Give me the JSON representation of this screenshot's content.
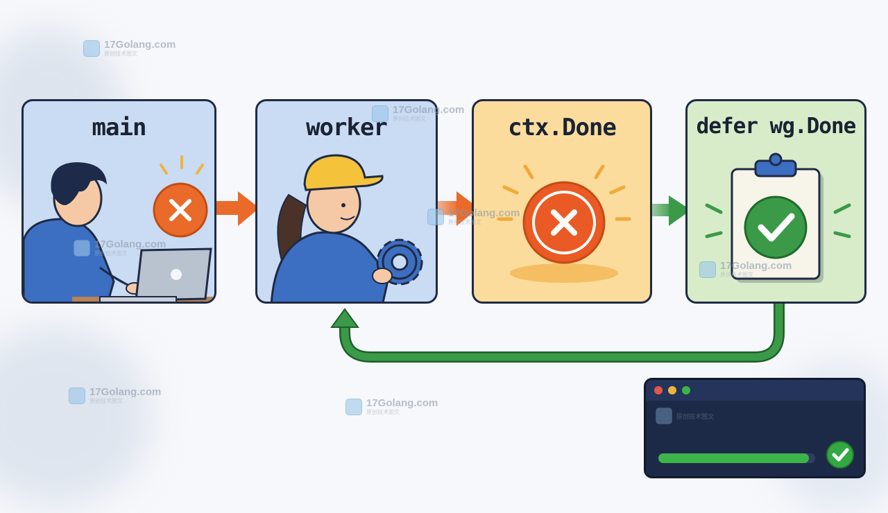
{
  "panels": [
    {
      "id": "main",
      "title": "main",
      "bg": "#c9dcf3"
    },
    {
      "id": "worker",
      "title": "worker",
      "bg": "#c9dcf3"
    },
    {
      "id": "ctx",
      "title": "ctx.Done",
      "bg": "#fbdc9c"
    },
    {
      "id": "defer",
      "title": "defer wg.Done",
      "bg": "#d8ecc9"
    }
  ],
  "colors": {
    "orange": "#ea6a2a",
    "green": "#3a9a48",
    "outline": "#1f2a44",
    "terminal_bg": "#1d2a47"
  },
  "watermark": {
    "site": "17Golang.com",
    "sub": "原创技术图文"
  },
  "terminal": {
    "progress_fraction": 0.96,
    "window_dots": [
      "#e2574c",
      "#f0b43c",
      "#3cb44a"
    ]
  },
  "icons": {
    "main": [
      "person-icon",
      "laptop-icon",
      "cancel-icon"
    ],
    "worker": [
      "worker-person-icon",
      "gear-icon"
    ],
    "ctx": [
      "cancel-icon"
    ],
    "defer": [
      "clipboard-check-icon"
    ],
    "terminal": [
      "check-icon"
    ]
  }
}
